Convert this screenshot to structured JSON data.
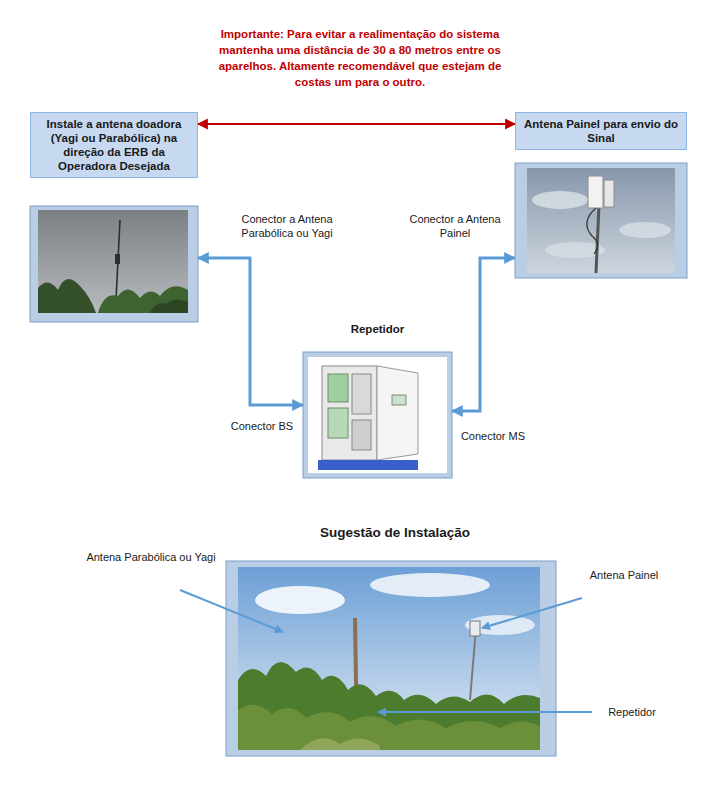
{
  "diagram": {
    "nodes": [
      {
        "text": [
          "Instale a antena doadora (Yagi ou Parabólica) na direção da ERB da Operadora Desejada"
        ]
      },
      {
        "text": [
          "Antena Painel para envio do Sinal"
        ]
      },
      {
        "text": [
          "Repetidor"
        ]
      }
    ],
    "edges": [
      {
        "from": 0,
        "to": 1,
        "arrow": "both"
      },
      {
        "from": 2,
        "to": 0,
        "arrow": "both"
      },
      {
        "from": 2,
        "to": 1,
        "arrow": "both"
      }
    ],
    "labels": [
      "Importante: Para evitar a realimentação do sistema mantenha uma distância de 30 a 80 metros entre os aparelhos. Altamente recomendável que estejam de costas um para o outro.",
      "Conector a Antena Parabólica ou Yagi",
      "Conector a Antena Painel",
      "Conector BS",
      "Conector MS",
      "Sugestão de Instalação",
      "Antena Parabólica ou Yagi",
      "Antena Painel",
      "Repetidor"
    ]
  }
}
